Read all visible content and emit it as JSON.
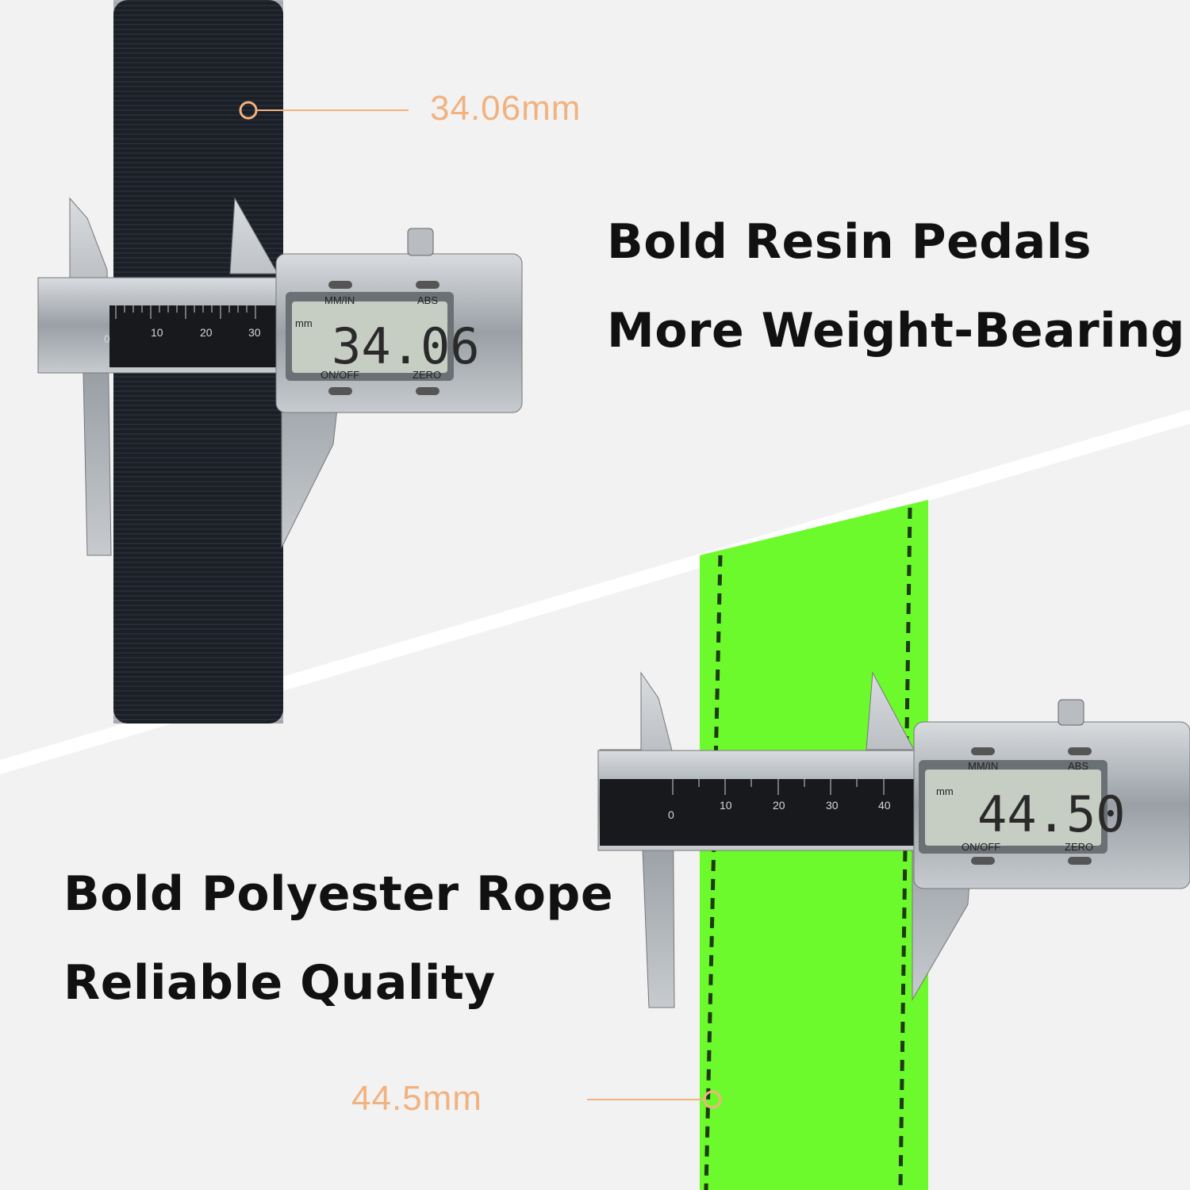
{
  "top": {
    "headline_line1": "Bold Resin Pedals",
    "headline_line2": "More Weight-Bearing",
    "measurement_label": "34.06mm",
    "display": {
      "unit_button": "MM/IN",
      "abs_button": "ABS",
      "power_button": "ON/OFF",
      "zero_button": "ZERO",
      "unit": "mm",
      "reading": "34.06"
    },
    "scale_numbers": [
      "0",
      "10",
      "20",
      "30"
    ],
    "material_color": "#1b1f26"
  },
  "bottom": {
    "headline_line1": "Bold Polyester Rope",
    "headline_line2": "Reliable Quality",
    "measurement_label": "44.5mm",
    "display": {
      "unit_button": "MM/IN",
      "abs_button": "ABS",
      "power_button": "ON/OFF",
      "zero_button": "ZERO",
      "unit": "mm",
      "reading": "44.50"
    },
    "scale_numbers": [
      "0",
      "10",
      "20",
      "30",
      "40"
    ],
    "material_color": "#6dfa2c"
  },
  "colors": {
    "background": "#f2f2f2",
    "accent_label": "#f2b27f",
    "headline": "#111111"
  }
}
